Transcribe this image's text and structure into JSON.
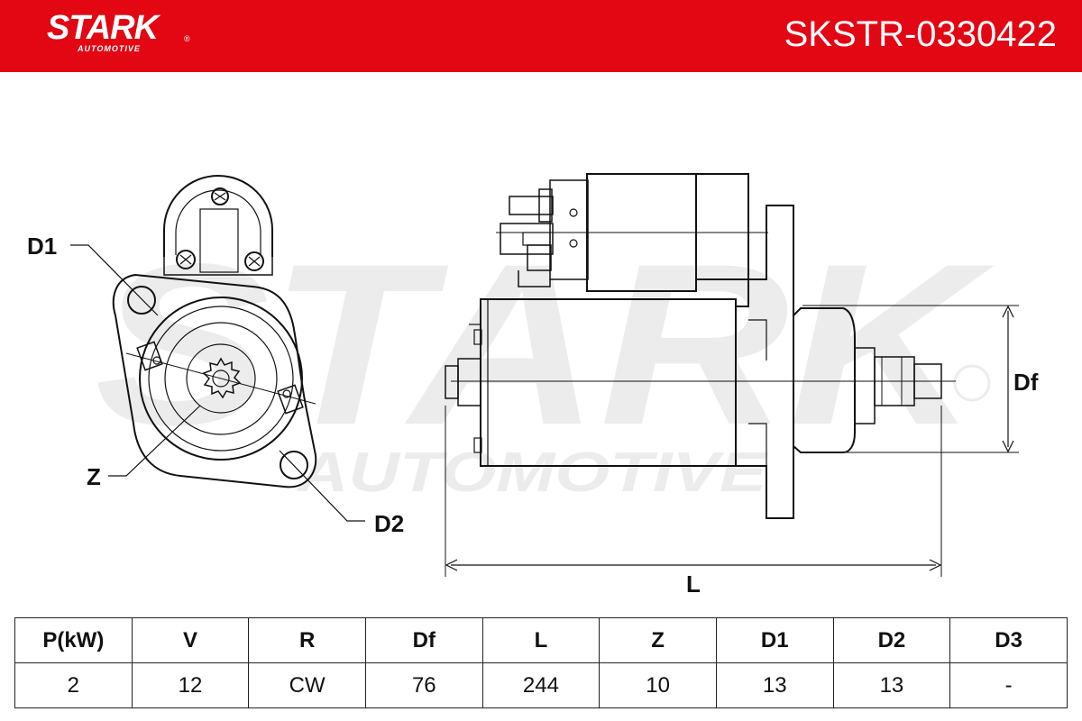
{
  "brand": {
    "name": "STARK",
    "subline": "AUTOMOTIVE",
    "registered_mark": "®",
    "accent_color": "#e30613"
  },
  "part_number": "SKSTR-0330422",
  "watermark": {
    "main": "STARK",
    "sub": "AUTOMOTIVE",
    "color": "#ebebeb"
  },
  "diagram_labels": {
    "d1": "D1",
    "d2": "D2",
    "z": "Z",
    "df": "Df",
    "l": "L"
  },
  "spec_table": {
    "headers": [
      "P(kW)",
      "V",
      "R",
      "Df",
      "L",
      "Z",
      "D1",
      "D2",
      "D3"
    ],
    "values": [
      "2",
      "12",
      "CW",
      "76",
      "244",
      "10",
      "13",
      "13",
      "-"
    ]
  }
}
